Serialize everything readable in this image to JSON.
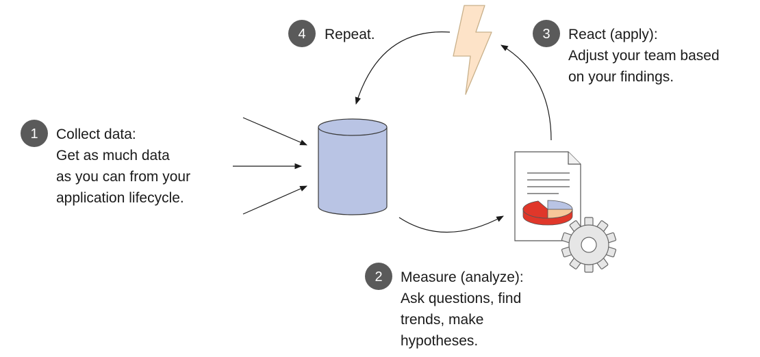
{
  "steps": [
    {
      "number": "1",
      "title": "Collect data:",
      "lines": [
        "Get as much data",
        "as you can from your",
        "application lifecycle."
      ]
    },
    {
      "number": "2",
      "title": "Measure (analyze):",
      "lines": [
        "Ask questions, find",
        "trends, make",
        "hypotheses."
      ]
    },
    {
      "number": "3",
      "title": "React (apply):",
      "lines": [
        "Adjust your team based",
        "on your findings."
      ]
    },
    {
      "number": "4",
      "title": "Repeat.",
      "lines": []
    }
  ],
  "icons": {
    "database": "database-cylinder-icon",
    "report": "report-document-icon",
    "gear": "gear-icon",
    "lightning": "lightning-bolt-icon"
  },
  "colors": {
    "badge": "#5a5a5a",
    "database_fill": "#b9c4e4",
    "lightning_fill": "#fde3c8",
    "lightning_stroke": "#c8b08a",
    "pie_red": "#e0372a",
    "pie_peach": "#f7c79a",
    "pie_blue": "#b9c4e4",
    "gear_fill": "#e6e6e6"
  }
}
